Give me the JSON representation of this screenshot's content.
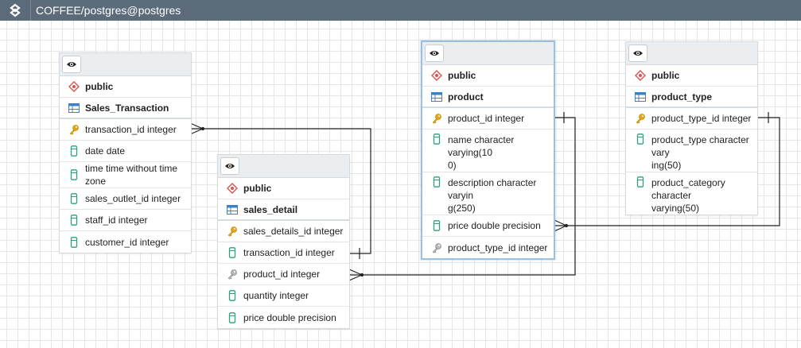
{
  "window": {
    "title": "COFFEE/postgres@postgres"
  },
  "colors": {
    "topbar": "#5b6b7a",
    "key": "#e2a80e",
    "column": "#2aa37a",
    "schema": "#d9534f",
    "table": "#3b82c4"
  },
  "tables": [
    {
      "schema": "public",
      "name": "Sales_Transaction",
      "columns": [
        {
          "label": "transaction_id integer",
          "kind": "pk"
        },
        {
          "label": "date date",
          "kind": "col"
        },
        {
          "label": "time time without time zone",
          "kind": "col"
        },
        {
          "label": "sales_outlet_id integer",
          "kind": "col"
        },
        {
          "label": "staff_id integer",
          "kind": "col"
        },
        {
          "label": "customer_id integer",
          "kind": "col"
        }
      ]
    },
    {
      "schema": "public",
      "name": "sales_detail",
      "columns": [
        {
          "label": "sales_details_id integer",
          "kind": "pk"
        },
        {
          "label": "transaction_id integer",
          "kind": "col"
        },
        {
          "label": "product_id integer",
          "kind": "fk"
        },
        {
          "label": "quantity integer",
          "kind": "col"
        },
        {
          "label": "price double precision",
          "kind": "col"
        }
      ]
    },
    {
      "schema": "public",
      "name": "product",
      "columns": [
        {
          "label": "product_id integer",
          "kind": "pk"
        },
        {
          "label": "name character varying(10\n0)",
          "kind": "col"
        },
        {
          "label": "description character varyin\ng(250)",
          "kind": "col"
        },
        {
          "label": "price double precision",
          "kind": "col"
        },
        {
          "label": "product_type_id integer",
          "kind": "fk"
        }
      ]
    },
    {
      "schema": "public",
      "name": "product_type",
      "columns": [
        {
          "label": "product_type_id integer",
          "kind": "pk"
        },
        {
          "label": "product_type character vary\ning(50)",
          "kind": "col"
        },
        {
          "label": "product_category character\nvarying(50)",
          "kind": "col"
        }
      ]
    }
  ]
}
